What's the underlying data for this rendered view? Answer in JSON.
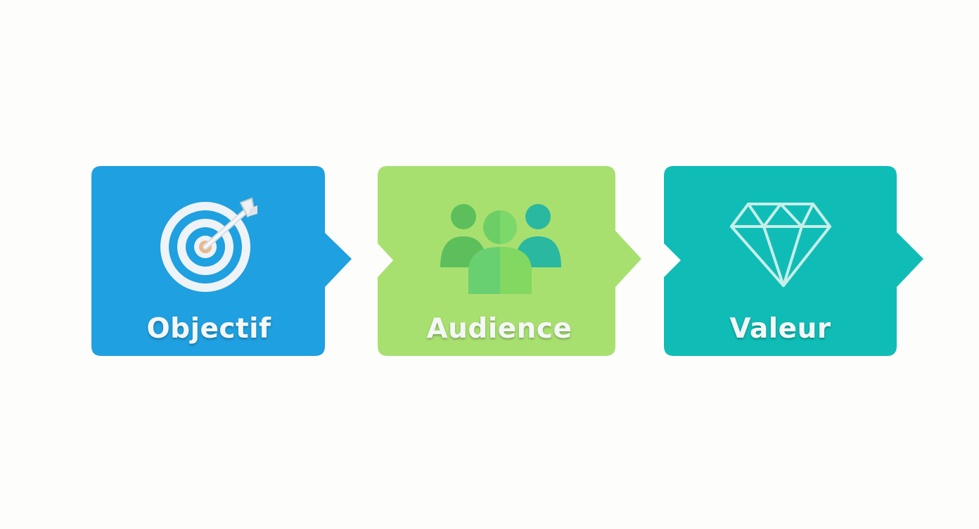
{
  "steps": [
    {
      "label": "Objectif",
      "icon": "target-arrow-icon",
      "color": "#1fa0e0"
    },
    {
      "label": "Audience",
      "icon": "people-group-icon",
      "color": "#a8e070"
    },
    {
      "label": "Valeur",
      "icon": "diamond-icon",
      "color": "#0fbdb6"
    }
  ],
  "background": "#fdfdfc"
}
